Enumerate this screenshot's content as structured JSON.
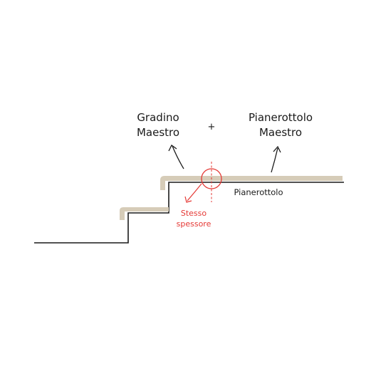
{
  "labels": {
    "gradino_line1": "Gradino",
    "gradino_line2": "Maestro",
    "plus": "+",
    "pianerottolo_maestro_line1": "Pianerottolo",
    "pianerottolo_maestro_line2": "Maestro",
    "pianerottolo": "Pianerottolo",
    "stesso_line1": "Stesso",
    "stesso_line2": "spessore"
  },
  "colors": {
    "background": "#ffffff",
    "line": "#1a1a1a",
    "tread": "#d6ccb8",
    "accent": "#e53935"
  }
}
